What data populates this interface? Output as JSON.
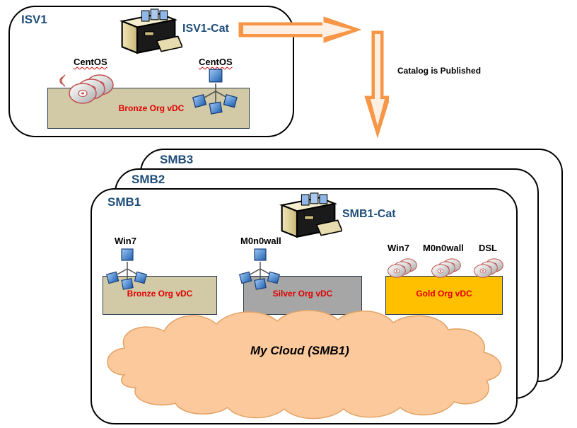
{
  "isv": {
    "title": "ISV1",
    "catalog_label": "ISV1-Cat",
    "items": [
      {
        "label": "CentOS",
        "type": "media"
      },
      {
        "label": "CentOS",
        "type": "vapp"
      }
    ],
    "vdc_label": "Bronze Org vDC"
  },
  "publish_label": "Catalog is Published",
  "smb_stack": {
    "titles": [
      "SMB3",
      "SMB2",
      "SMB1"
    ]
  },
  "smb1": {
    "catalog_label": "SMB1-Cat",
    "vdcs": [
      {
        "label": "Bronze Org vDC",
        "color": "#D2C9A6",
        "items": [
          {
            "label": "Win7",
            "type": "vapp"
          }
        ]
      },
      {
        "label": "Silver Org vDC",
        "color": "#A6A6A6",
        "items": [
          {
            "label": "M0n0wall",
            "type": "vapp"
          }
        ]
      },
      {
        "label": "Gold Org vDC",
        "color": "#FFC000",
        "items": [
          {
            "label": "Win7",
            "type": "media"
          },
          {
            "label": "M0n0wall",
            "type": "media"
          },
          {
            "label": "DSL",
            "type": "media"
          }
        ]
      }
    ],
    "cloud_label": "My Cloud (SMB1)"
  },
  "colors": {
    "arrow": "#F79646",
    "cloud": "#FBC99B",
    "title_blue": "#1F4E79",
    "vdc_text": "#E00000"
  }
}
